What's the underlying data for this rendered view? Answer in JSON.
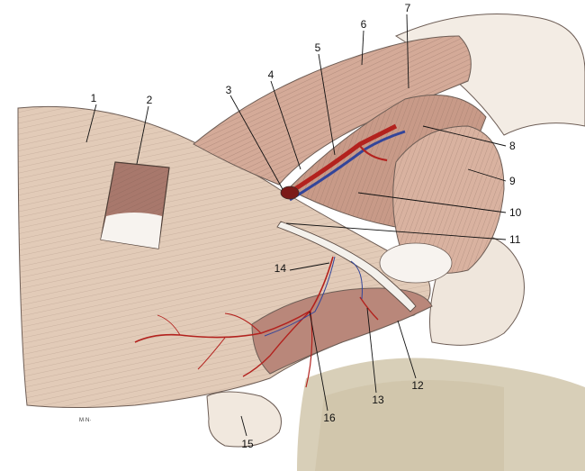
{
  "labels": [
    "1",
    "2",
    "3",
    "4",
    "5",
    "6",
    "7",
    "8",
    "9",
    "10",
    "11",
    "12",
    "13",
    "14",
    "15",
    "16"
  ],
  "signature": "M·N·",
  "colors": {
    "skin": "#e2cbb8",
    "muscle": "#d4aa98",
    "fascia": "#efe2d6",
    "artery": "#b3221e",
    "vein": "#33459a",
    "background": "#d8cfb8"
  }
}
